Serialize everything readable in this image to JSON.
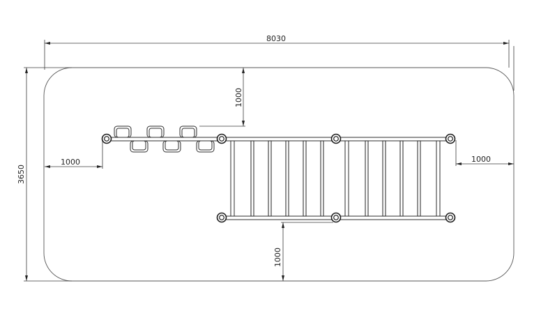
{
  "dimensions": {
    "overall_width": "8030",
    "overall_depth": "3650",
    "clearance_left": "1000",
    "clearance_right": "1000",
    "clearance_top": "1000",
    "clearance_bottom": "1000"
  },
  "colors": {
    "line": "#2b2b2b",
    "background": "#ffffff"
  }
}
